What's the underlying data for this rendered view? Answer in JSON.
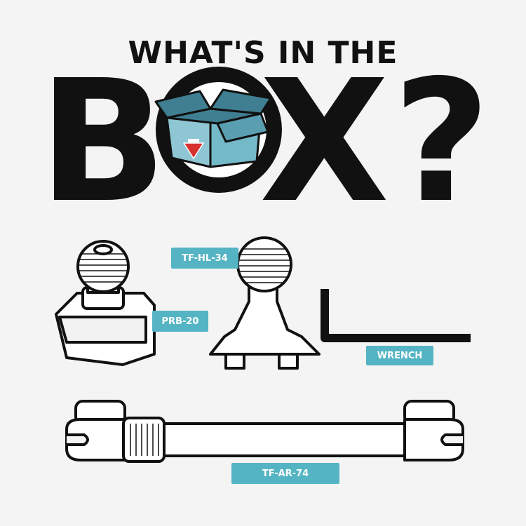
{
  "headline": {
    "top_line": "WHAT'S IN THE",
    "big_b": "B",
    "big_x": "X",
    "big_q": "?"
  },
  "parts": [
    {
      "id": "prb",
      "label": "PRB-20"
    },
    {
      "id": "hl",
      "label": "TF-HL-34"
    },
    {
      "id": "wrench",
      "label": "WRENCH"
    },
    {
      "id": "arm",
      "label": "TF-AR-74"
    }
  ],
  "colors": {
    "accent": "#55b4c3",
    "box_top": "#3f7f91",
    "box_side": "#74b9c8",
    "logo_red": "#d6322f",
    "ink": "#111111"
  }
}
